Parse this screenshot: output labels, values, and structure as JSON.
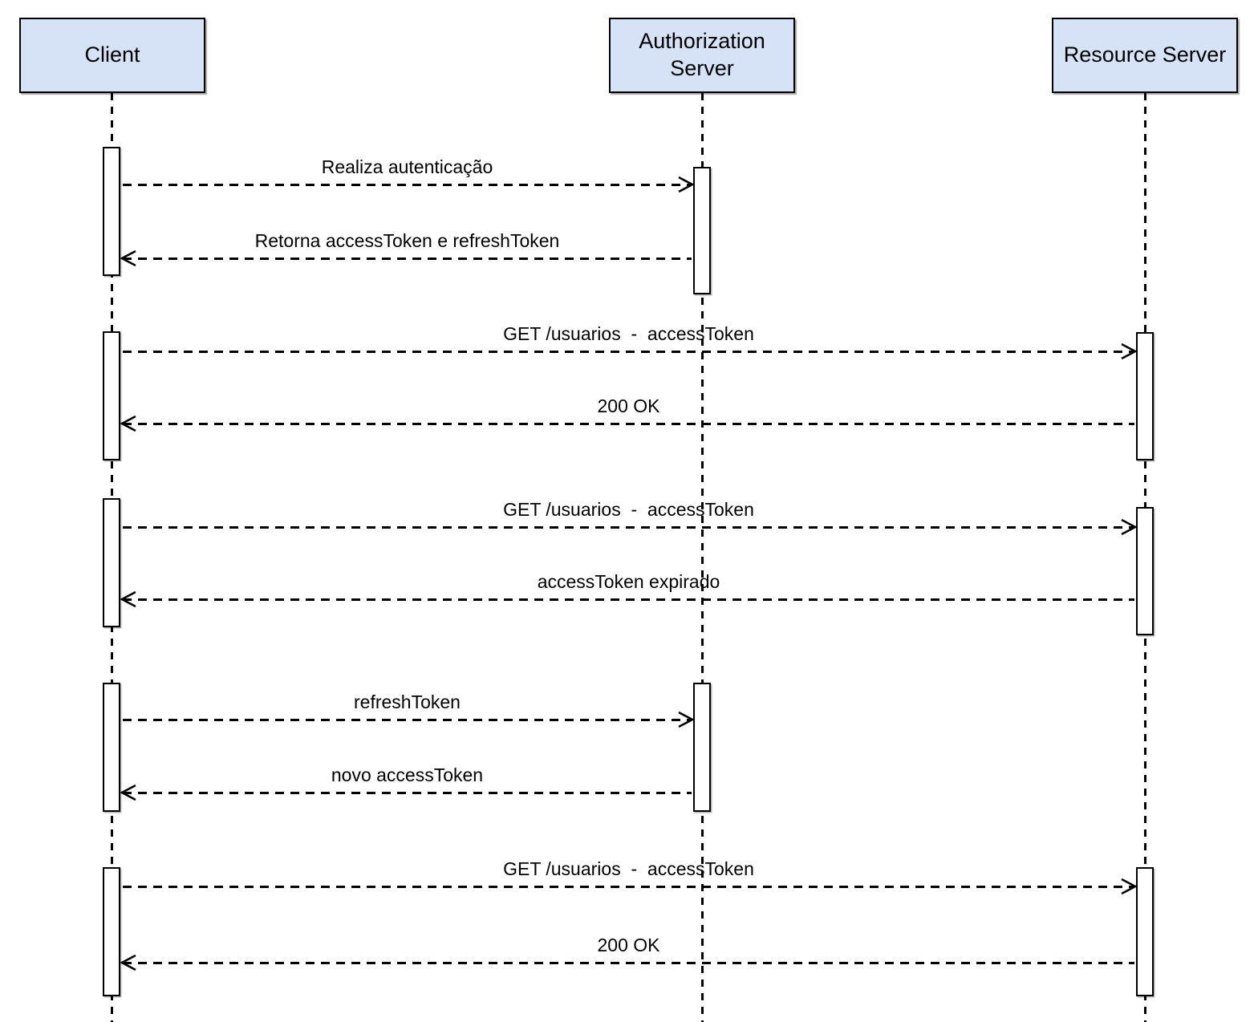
{
  "actors": [
    {
      "id": "client",
      "label": "Client"
    },
    {
      "id": "authorization-server",
      "label": "Authorization Server"
    },
    {
      "id": "resource-server",
      "label": "Resource Server"
    }
  ],
  "messages": [
    {
      "from": "Client",
      "to": "Authorization Server",
      "label": "Realiza autenticação"
    },
    {
      "from": "Authorization Server",
      "to": "Client",
      "label": "Retorna accessToken e refreshToken"
    },
    {
      "from": "Client",
      "to": "Resource Server",
      "label": "GET /usuarios  -  accessToken"
    },
    {
      "from": "Resource Server",
      "to": "Client",
      "label": "200 OK"
    },
    {
      "from": "Client",
      "to": "Resource Server",
      "label": "GET /usuarios  -  accessToken"
    },
    {
      "from": "Resource Server",
      "to": "Client",
      "label": "accessToken expirado"
    },
    {
      "from": "Client",
      "to": "Authorization Server",
      "label": "refreshToken"
    },
    {
      "from": "Authorization Server",
      "to": "Client",
      "label": "novo accessToken"
    },
    {
      "from": "Client",
      "to": "Resource Server",
      "label": "GET /usuarios  -  accessToken"
    },
    {
      "from": "Resource Server",
      "to": "Client",
      "label": "200 OK"
    }
  ],
  "colors": {
    "actor_fill": "#d6e2f5",
    "line": "#000000",
    "background": "#ffffff"
  }
}
